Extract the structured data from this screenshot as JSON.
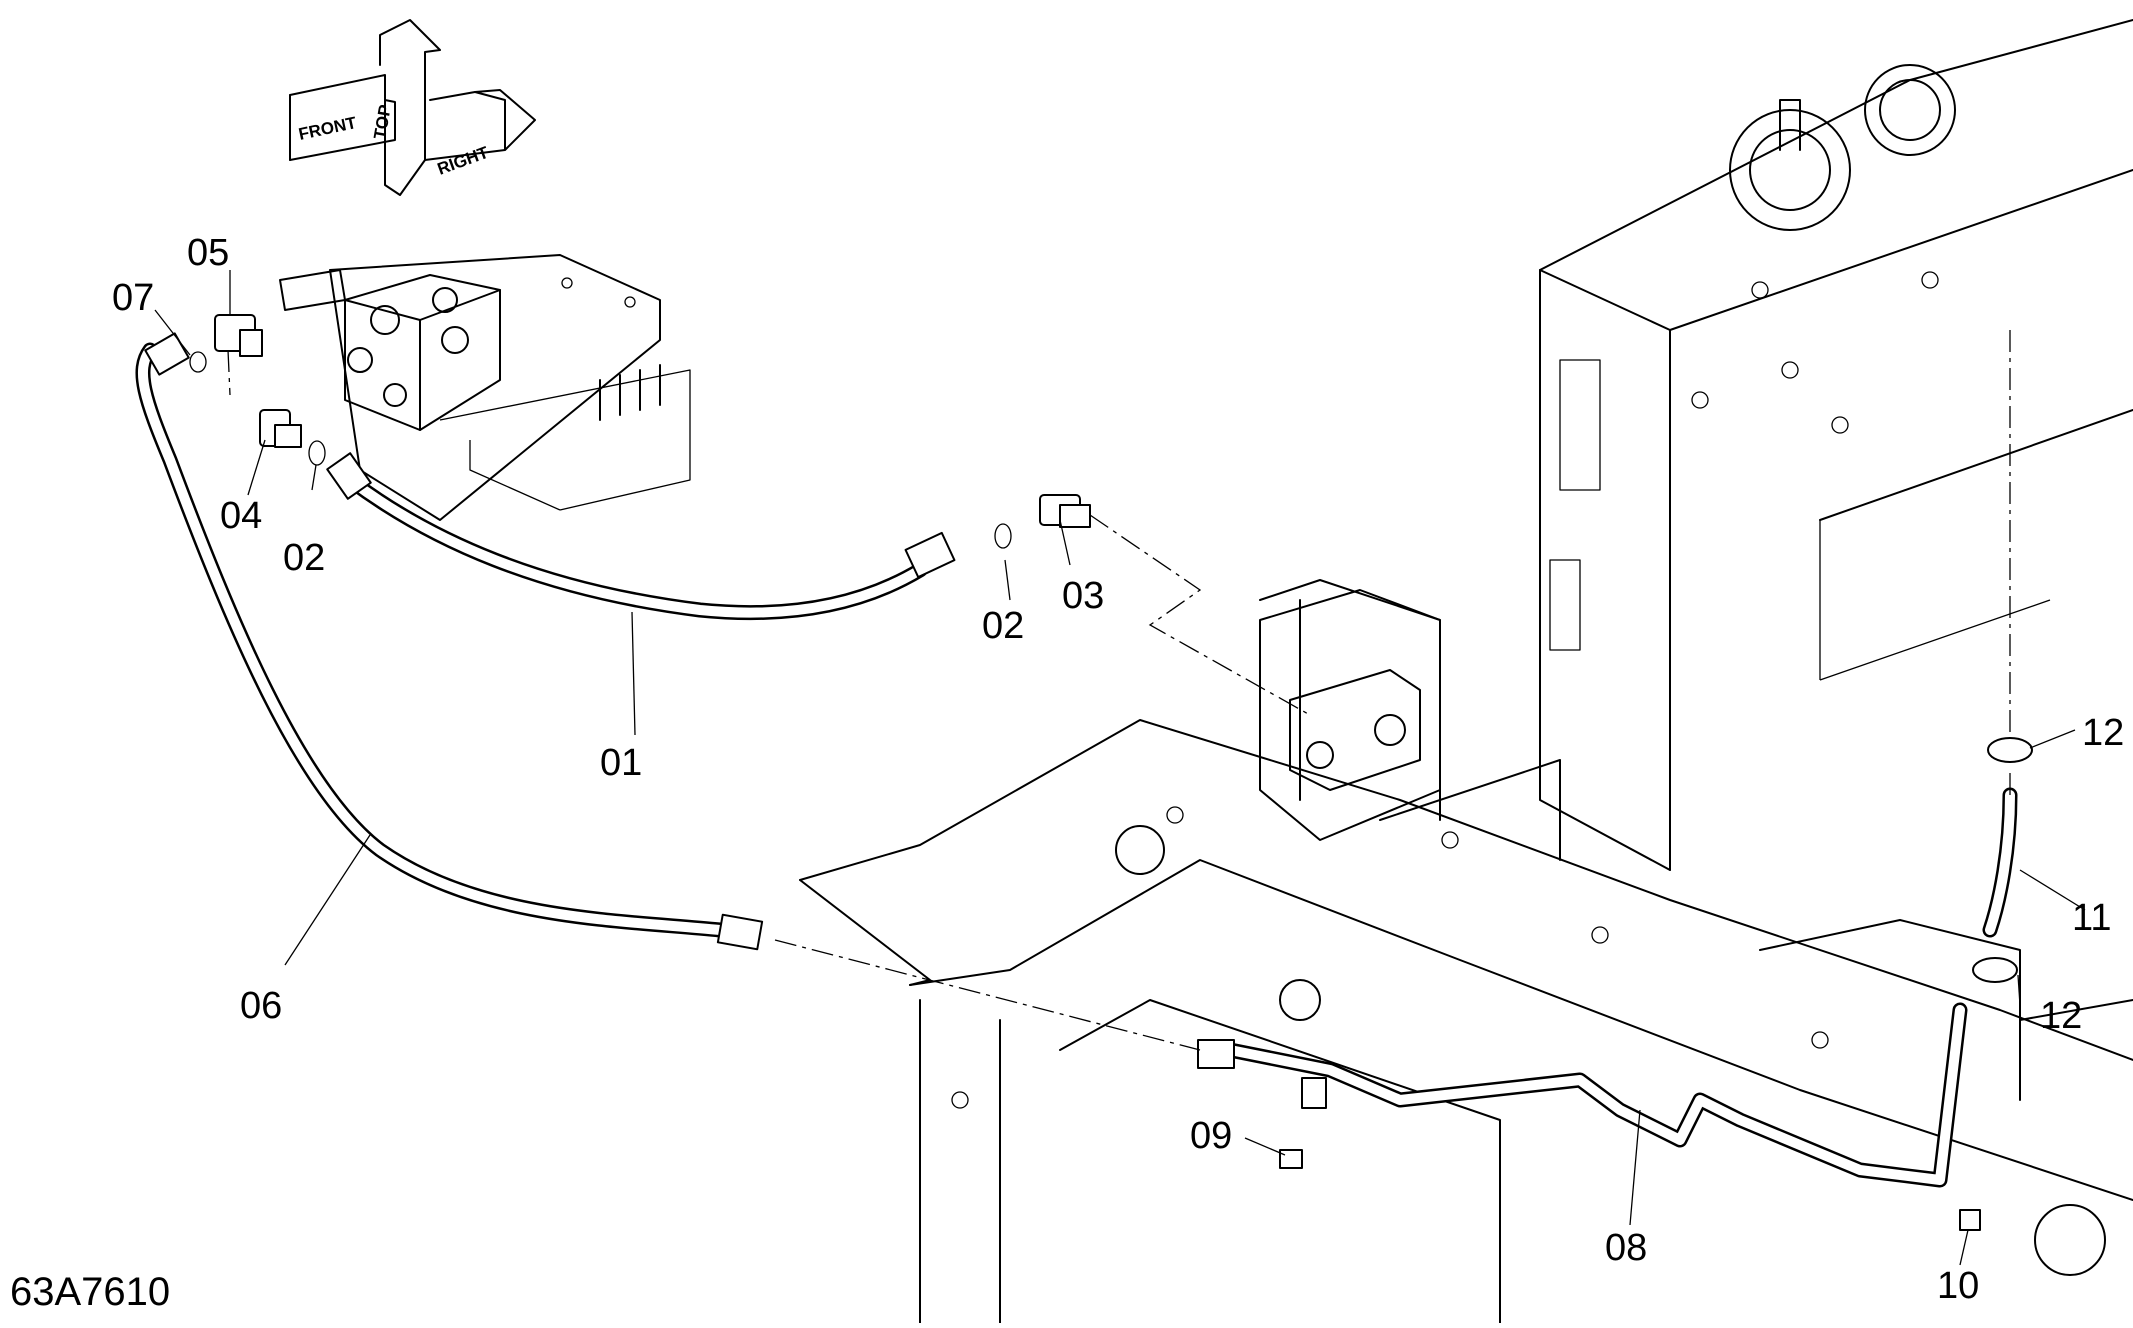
{
  "diagram": {
    "drawing_code": "63A7610",
    "direction_labels": {
      "front": "FRONT",
      "top": "TOP",
      "right": "RIGHT"
    },
    "callouts": [
      {
        "id": "01",
        "label": "01"
      },
      {
        "id": "02a",
        "label": "02"
      },
      {
        "id": "02b",
        "label": "02"
      },
      {
        "id": "03",
        "label": "03"
      },
      {
        "id": "04",
        "label": "04"
      },
      {
        "id": "05",
        "label": "05"
      },
      {
        "id": "06",
        "label": "06"
      },
      {
        "id": "07",
        "label": "07"
      },
      {
        "id": "08",
        "label": "08"
      },
      {
        "id": "09",
        "label": "09"
      },
      {
        "id": "10",
        "label": "10"
      },
      {
        "id": "11",
        "label": "11"
      },
      {
        "id": "12a",
        "label": "12"
      },
      {
        "id": "12b",
        "label": "12"
      }
    ]
  }
}
